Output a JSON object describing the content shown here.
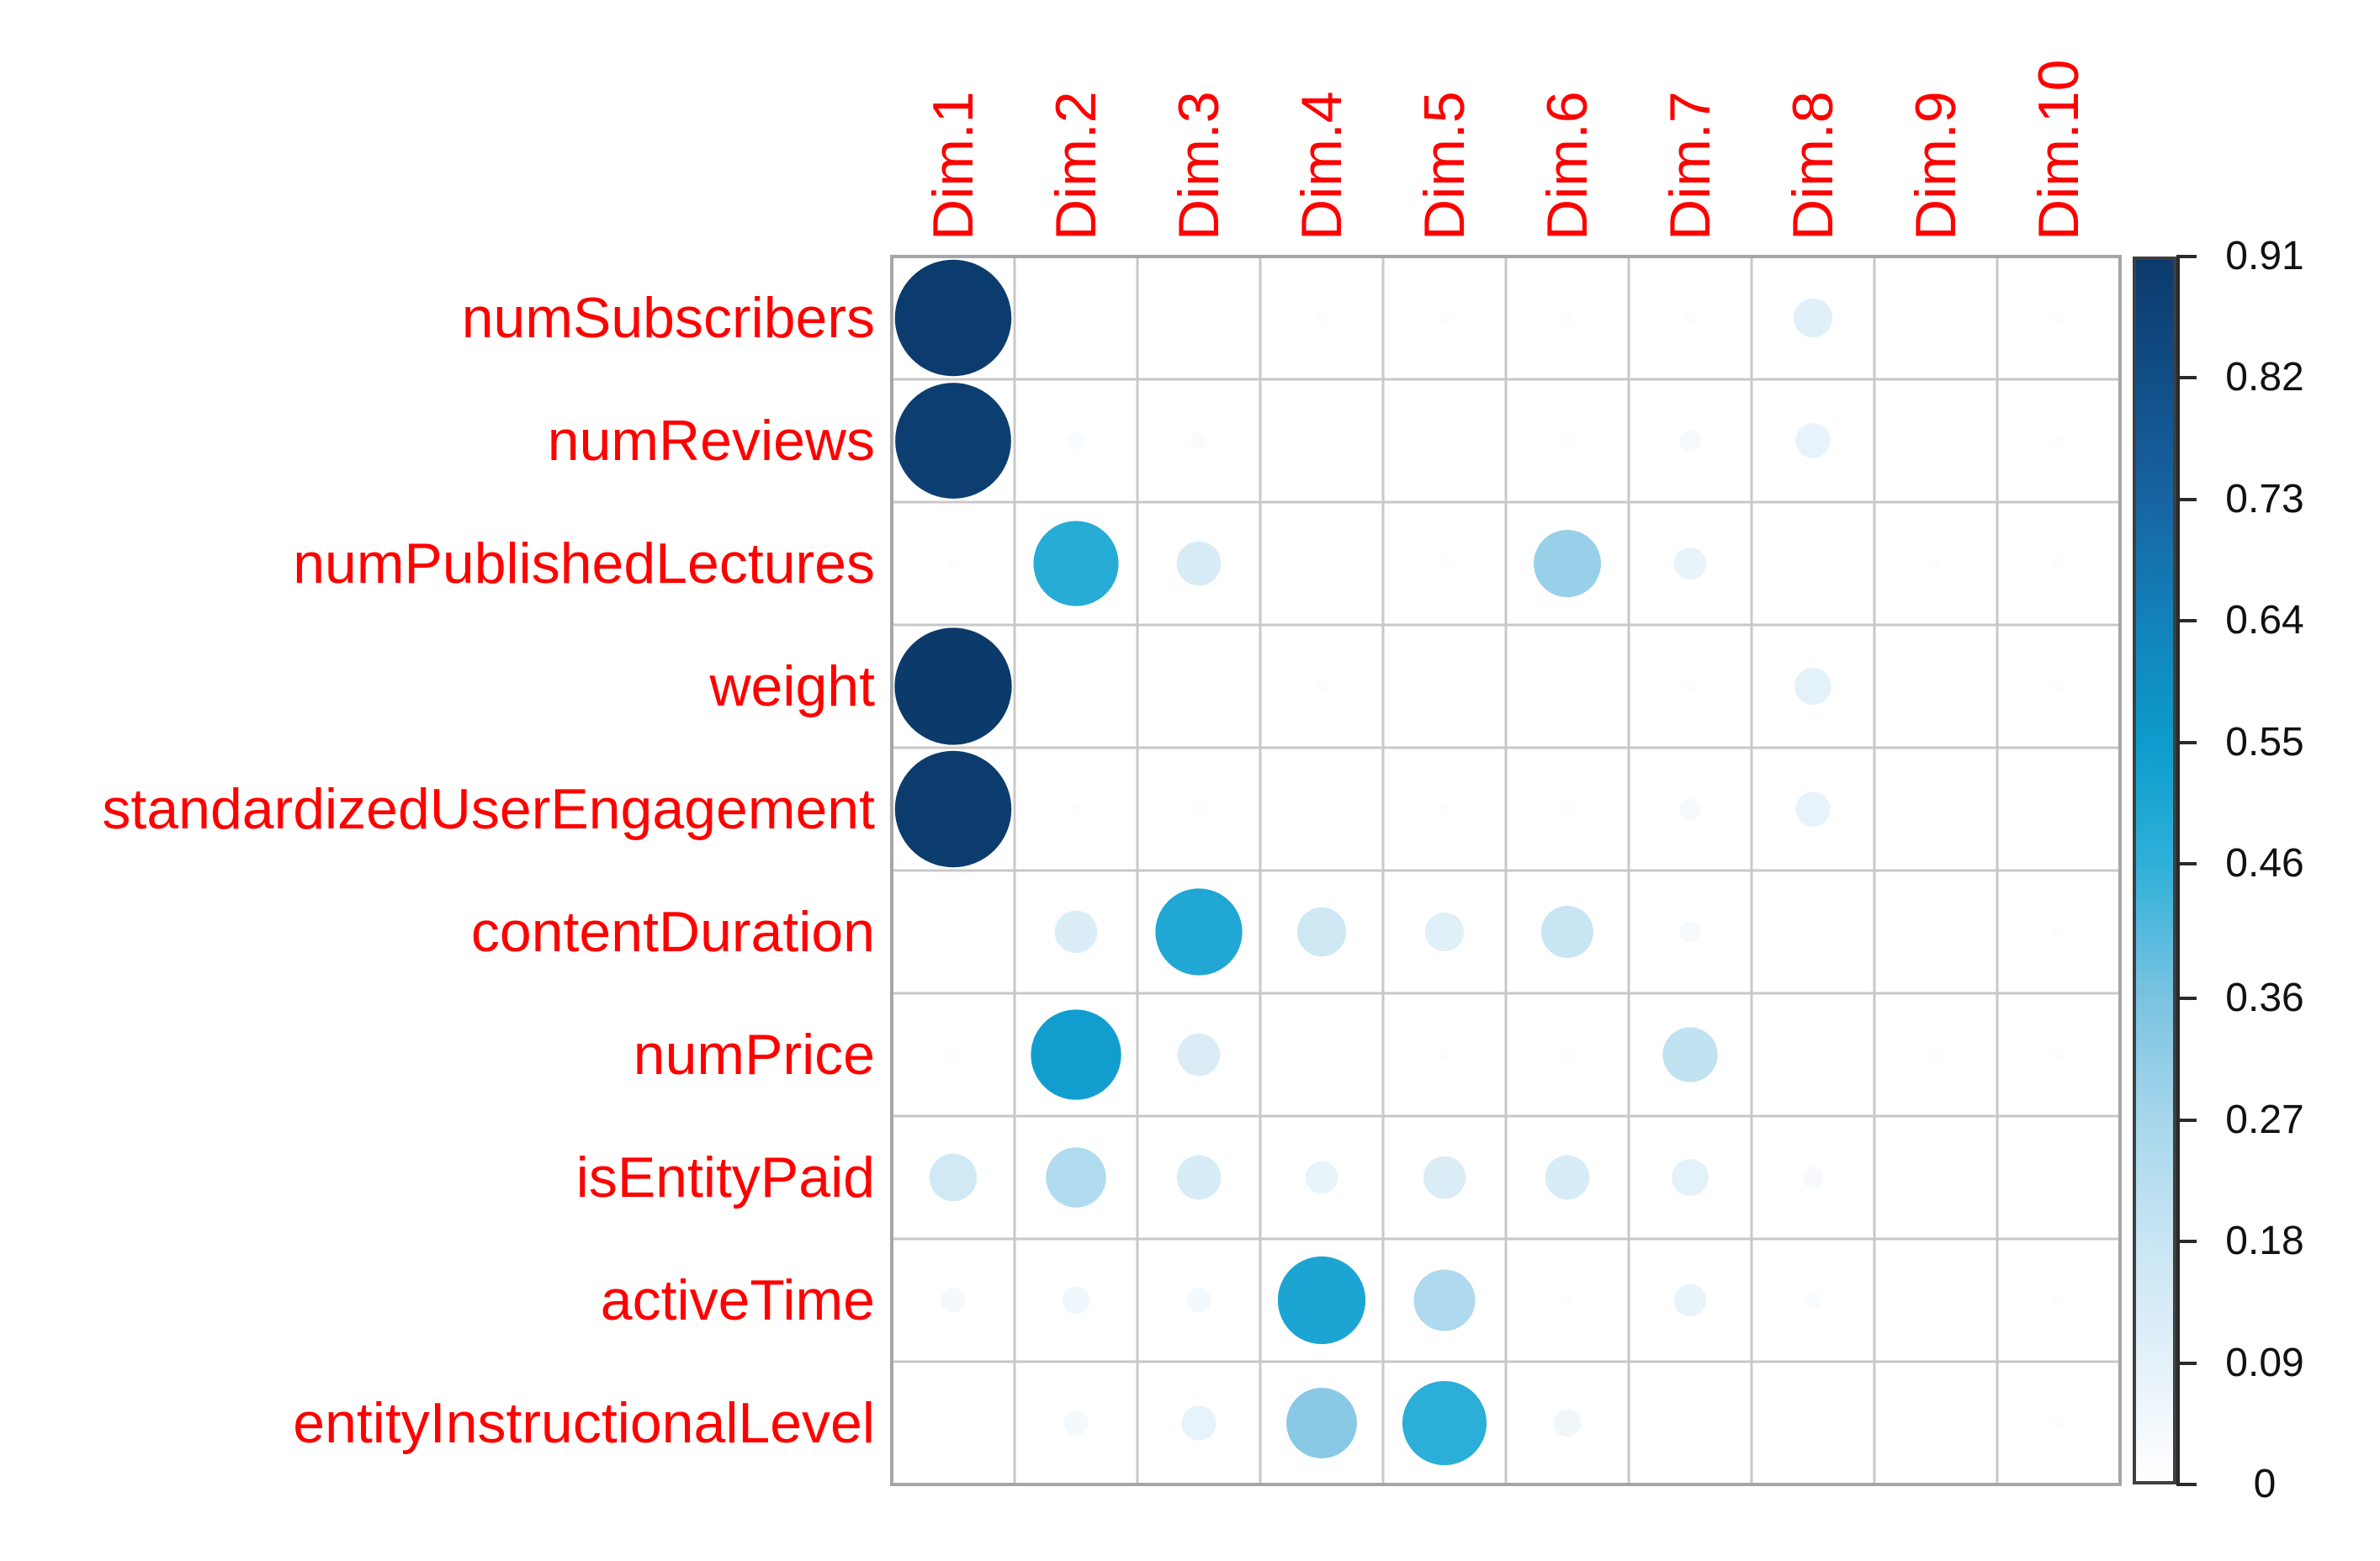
{
  "chart_data": {
    "type": "heatmap",
    "subtype": "correlation-bubble-matrix",
    "title": "",
    "rows": [
      "numSubscribers",
      "numReviews",
      "numPublishedLectures",
      "weight",
      "standardizedUserEngagement",
      "contentDuration",
      "numPrice",
      "isEntityPaid",
      "activeTime",
      "entityInstructionalLevel"
    ],
    "columns": [
      "Dim.1",
      "Dim.2",
      "Dim.3",
      "Dim.4",
      "Dim.5",
      "Dim.6",
      "Dim.7",
      "Dim.8",
      "Dim.9",
      "Dim.10"
    ],
    "matrix": [
      [
        0.9,
        0.0,
        0.0,
        0.01,
        0.01,
        0.01,
        0.01,
        0.1,
        0.0,
        0.01
      ],
      [
        0.89,
        0.02,
        0.02,
        0.0,
        0.0,
        0.01,
        0.03,
        0.08,
        0.0,
        0.01
      ],
      [
        0.01,
        0.48,
        0.13,
        0.0,
        0.01,
        0.3,
        0.07,
        0.0,
        0.01,
        0.01
      ],
      [
        0.91,
        0.0,
        0.0,
        0.01,
        0.0,
        0.0,
        0.01,
        0.09,
        0.0,
        0.01
      ],
      [
        0.9,
        0.01,
        0.01,
        0.0,
        0.01,
        0.01,
        0.03,
        0.08,
        0.0,
        0.0
      ],
      [
        0.0,
        0.12,
        0.5,
        0.16,
        0.1,
        0.18,
        0.03,
        0.0,
        0.0,
        0.01
      ],
      [
        0.01,
        0.54,
        0.12,
        0.0,
        0.01,
        0.01,
        0.2,
        0.0,
        0.01,
        0.01
      ],
      [
        0.15,
        0.24,
        0.13,
        0.07,
        0.12,
        0.13,
        0.09,
        0.03,
        0.0,
        0.0
      ],
      [
        0.04,
        0.05,
        0.04,
        0.51,
        0.25,
        0.01,
        0.07,
        0.02,
        0.0,
        0.01
      ],
      [
        0.0,
        0.04,
        0.08,
        0.33,
        0.47,
        0.05,
        0.0,
        0.0,
        0.0,
        0.01
      ]
    ],
    "value_range": [
      0,
      0.91
    ],
    "size_model": "circle radius = sqrt(value) * cell/2, value 1.0 fills cell",
    "legend_position": "right",
    "grid_on": true,
    "colorbar": {
      "tick_labels": [
        "0.91",
        "0.82",
        "0.73",
        "0.64",
        "0.55",
        "0.46",
        "0.36",
        "0.27",
        "0.18",
        "0.09",
        "0"
      ],
      "tick_values": [
        0.91,
        0.82,
        0.73,
        0.64,
        0.55,
        0.46,
        0.36,
        0.27,
        0.18,
        0.09,
        0
      ],
      "gradient_stops": [
        {
          "value": 0.0,
          "color": "#ffffff"
        },
        {
          "value": 0.09,
          "color": "#e3f1f9"
        },
        {
          "value": 0.18,
          "color": "#c8e5f3"
        },
        {
          "value": 0.27,
          "color": "#a6d6ec"
        },
        {
          "value": 0.36,
          "color": "#7ac3e1"
        },
        {
          "value": 0.46,
          "color": "#2fb0d9"
        },
        {
          "value": 0.55,
          "color": "#0d9ccd"
        },
        {
          "value": 0.64,
          "color": "#1282bb"
        },
        {
          "value": 0.73,
          "color": "#1765a2"
        },
        {
          "value": 0.82,
          "color": "#114e88"
        },
        {
          "value": 0.91,
          "color": "#0b3a6b"
        }
      ]
    },
    "colors": {
      "axis_label_color": "#ff0000",
      "grid_line_color": "#c8c8c8",
      "grid_border_color": "#a6a6a6",
      "tick_label_color": "#111111",
      "background": "#ffffff"
    }
  }
}
